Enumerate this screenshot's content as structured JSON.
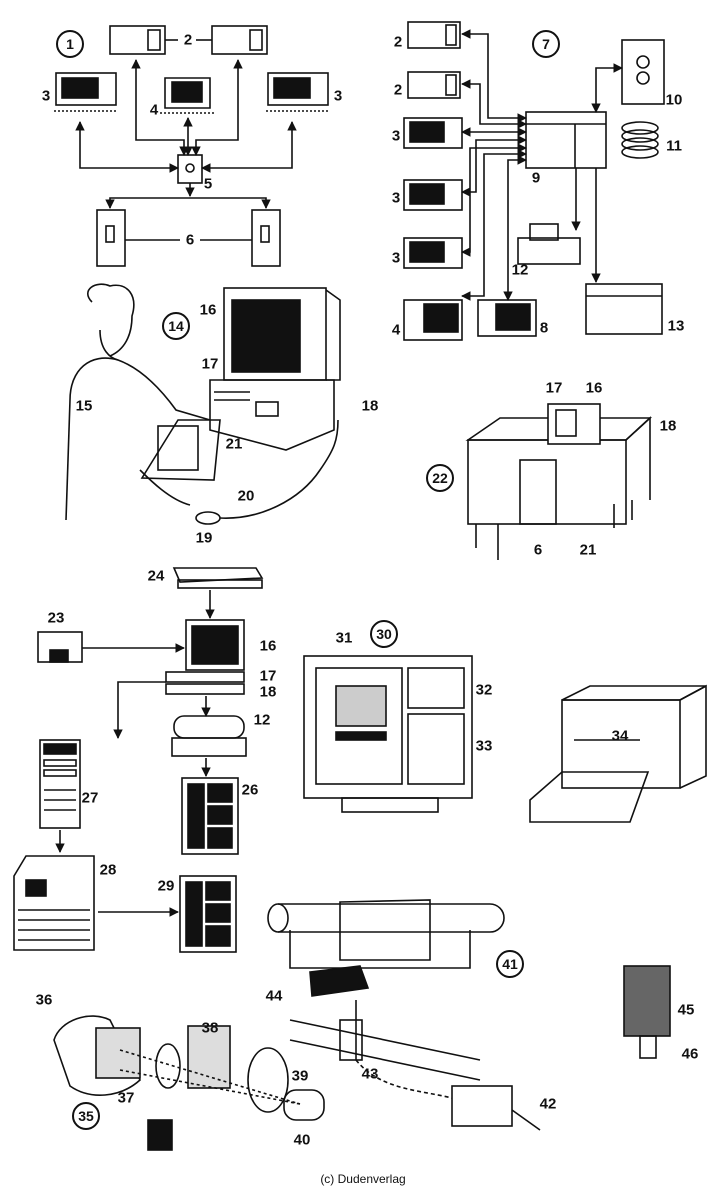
{
  "credit": "(c) Dudenverlag",
  "groups": [
    "1",
    "7",
    "14",
    "22",
    "30",
    "35",
    "41"
  ],
  "labels": [
    "2",
    "3",
    "4",
    "3",
    "5",
    "6",
    "2",
    "2",
    "3",
    "3",
    "3",
    "4",
    "8",
    "9",
    "10",
    "11",
    "12",
    "13",
    "16",
    "17",
    "18",
    "15",
    "21",
    "20",
    "19",
    "17",
    "16",
    "18",
    "6",
    "21",
    "24",
    "23",
    "16",
    "17",
    "18",
    "12",
    "27",
    "26",
    "28",
    "29",
    "31",
    "32",
    "33",
    "34",
    "36",
    "38",
    "37",
    "39",
    "40",
    "43",
    "42",
    "44",
    "45",
    "46"
  ]
}
